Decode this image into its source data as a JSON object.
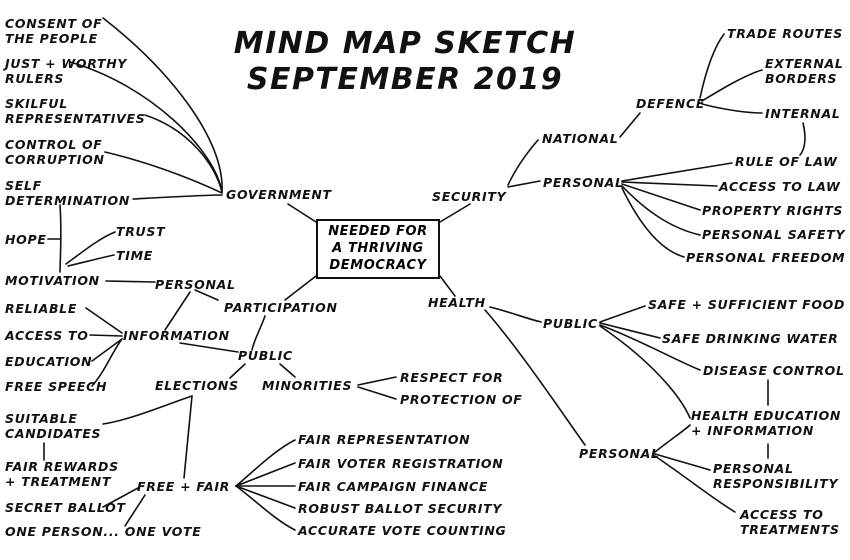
{
  "title": {
    "line1": "MIND MAP SKETCH",
    "line2": "SEPTEMBER 2019"
  },
  "centre": "NEEDED FOR\nA THRIVING\nDEMOCRACY",
  "government": {
    "label": "GOVERNMENT",
    "items": [
      "CONSENT OF\nTHE PEOPLE",
      "JUST + WORTHY\nRULERS",
      "SKILFUL\nREPRESENTATIVES",
      "CONTROL OF\nCORRUPTION",
      "SELF\nDETERMINATION"
    ]
  },
  "self_determination_subs": [
    "HOPE",
    "TRUST",
    "TIME",
    "MOTIVATION"
  ],
  "participation": {
    "label": "PARTICIPATION",
    "personal": "PERSONAL",
    "public": "PUBLIC",
    "information": "INFORMATION",
    "information_items": [
      "RELIABLE",
      "ACCESS TO",
      "EDUCATION",
      "FREE SPEECH"
    ],
    "minorities": "MINORITIES",
    "minorities_items": [
      "RESPECT FOR",
      "PROTECTION OF"
    ],
    "elections": "ELECTIONS",
    "election_items": [
      "SUITABLE\nCANDIDATES",
      "FAIR REWARDS\n+ TREATMENT",
      "SECRET BALLOT",
      "ONE PERSON... ONE VOTE"
    ],
    "free_fair": "FREE + FAIR",
    "free_fair_items": [
      "FAIR REPRESENTATION",
      "FAIR VOTER REGISTRATION",
      "FAIR CAMPAIGN FINANCE",
      "ROBUST BALLOT SECURITY",
      "ACCURATE VOTE COUNTING"
    ]
  },
  "security": {
    "label": "SECURITY",
    "national": "NATIONAL",
    "defence": "DEFENCE",
    "defence_items": [
      "TRADE ROUTES",
      "EXTERNAL\nBORDERS",
      "INTERNAL"
    ],
    "personal": "PERSONAL",
    "personal_items": [
      "RULE OF LAW",
      "ACCESS TO LAW",
      "PROPERTY RIGHTS",
      "PERSONAL SAFETY",
      "PERSONAL FREEDOM"
    ]
  },
  "health": {
    "label": "HEALTH",
    "public": "PUBLIC",
    "public_items": [
      "SAFE + SUFFICIENT FOOD",
      "SAFE DRINKING WATER",
      "DISEASE CONTROL"
    ],
    "shared": "HEALTH EDUCATION\n+ INFORMATION",
    "personal": "PERSONAL",
    "personal_items": [
      "PERSONAL\nRESPONSIBILITY",
      "ACCESS TO\nTREATMENTS"
    ]
  }
}
